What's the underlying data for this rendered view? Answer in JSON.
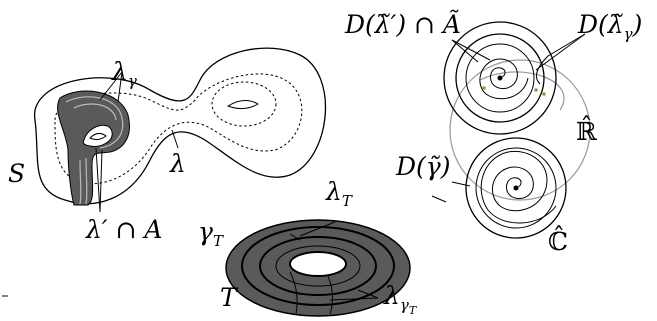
{
  "labels": {
    "lambda_gamma": "λ",
    "lambda_gamma_sub": "γ",
    "S": "S",
    "lambda": "λ",
    "lambda_cap_A": "λ′ ∩ A",
    "lambda_T": "λ",
    "lambda_T_sub": "T",
    "gamma_T": "γ",
    "gamma_T_sub": "T",
    "T": "T",
    "lambda_gamma_T": "λ",
    "lambda_gamma_T_sub": "γ",
    "lambda_gamma_T_subsub": "T",
    "D_lambda_prime_cap_A": "D(λ̃′) ∩ Ã",
    "D_lambda_gamma": "D(λ̃",
    "D_lambda_gamma_sub": "γ",
    "D_lambda_gamma_close": ")",
    "R_hat": "ℝ̂",
    "D_gamma": "D(γ̃)",
    "C_hat": "ℂ̂"
  },
  "colors": {
    "annulus_fill": "#5a5a5a",
    "ink": "#000000",
    "circle_grey": "#999999",
    "marks_green": "#8aa23a"
  }
}
